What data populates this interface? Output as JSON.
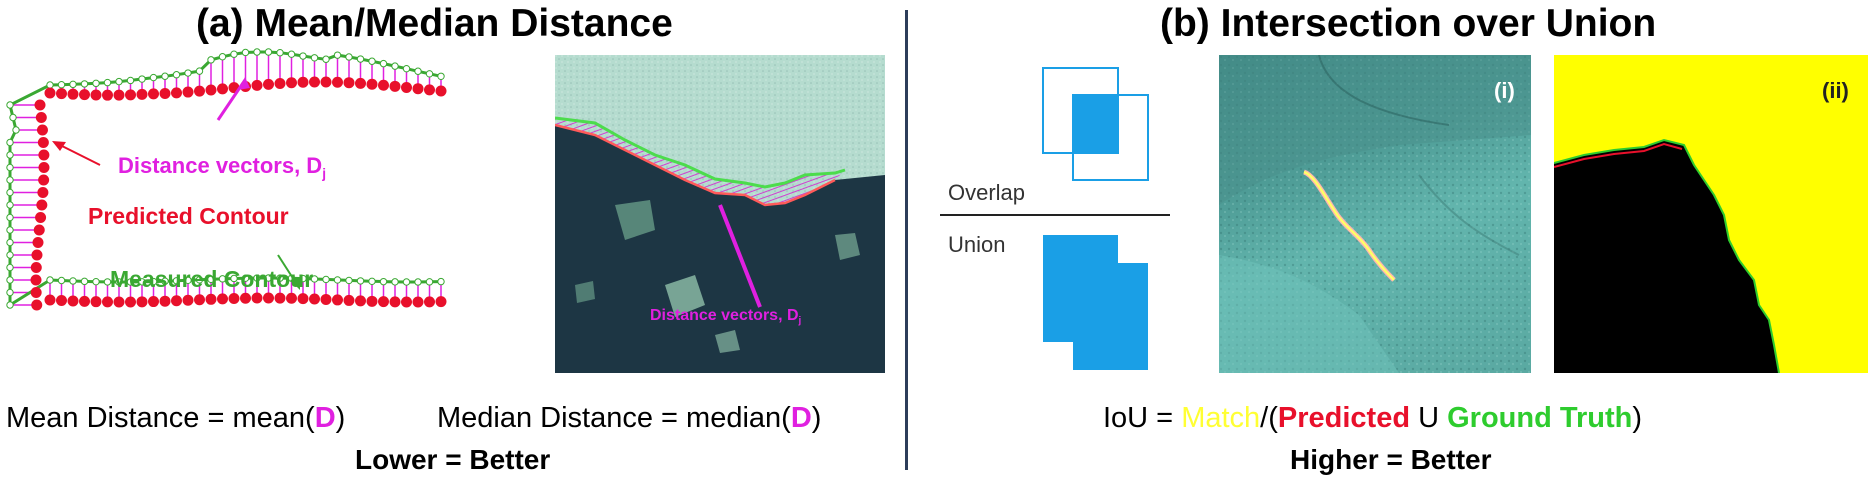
{
  "panel_a": {
    "title": "(a) Mean/Median Distance",
    "labels": {
      "distance_vectors": "Distance vectors, D",
      "distance_sub": "j",
      "predicted": "Predicted Contour",
      "measured": "Measured Contour",
      "photo_distance": "Distance vectors, D",
      "photo_distance_sub": "j"
    },
    "formula": {
      "mean_text": "Mean Distance = mean(",
      "median_text": "Median Distance = median(",
      "symbol": "D",
      "close": ")"
    },
    "verdict": "Lower = Better"
  },
  "panel_b": {
    "title": "(b) Intersection over Union",
    "overlap_label": "Overlap",
    "union_label": "Union",
    "tag_i": "(i)",
    "tag_ii": "(ii)",
    "formula": {
      "prefix": "IoU = ",
      "match": "Match",
      "slash_paren": "/(",
      "predicted": "Predicted",
      "union_sym": " U ",
      "ground_truth": "Ground Truth",
      "close": ")"
    },
    "verdict": "Higher = Better"
  },
  "colors": {
    "predicted": "#e8102b",
    "measured": "#3aa832",
    "vectors": "#e020e0",
    "venn": "#1a9fe6",
    "match": "#ffff33",
    "ground_truth": "#2ecc2e",
    "divider": "#2d3d5a"
  }
}
